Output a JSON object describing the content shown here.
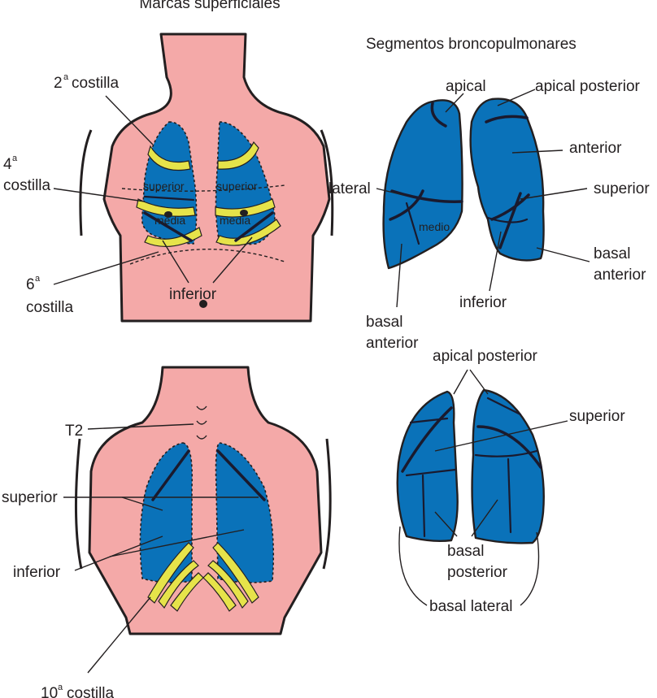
{
  "titles": {
    "superficial": "Marcas superficiales",
    "segments": "Segmentos broncopulmonares"
  },
  "front": {
    "rib2": "costilla",
    "rib2_num": "2",
    "rib4_num": "4",
    "rib4": "costilla",
    "rib6_num": "6",
    "rib6": "costilla",
    "ord_suffix": "a",
    "superior_right": "superior",
    "superior_left": "superior",
    "media_right": "media",
    "media_left": "media",
    "inferior": "inferior"
  },
  "lateral_view": {
    "apical": "apical",
    "apical_posterior": "apical posterior",
    "anterior": "anterior",
    "lateral": "lateral",
    "medio": "medio",
    "superior": "superior",
    "basal_anterior_left_1": "basal",
    "basal_anterior_left_2": "anterior",
    "basal_anterior_right_1": "basal",
    "basal_anterior_right_2": "anterior",
    "inferior": "inferior"
  },
  "back": {
    "t2": "T2",
    "superior": "superior",
    "inferior": "inferior",
    "rib10_num": "10",
    "rib10": "costilla"
  },
  "posterior_view": {
    "apical_posterior": "apical posterior",
    "superior": "superior",
    "basal_posterior_1": "basal",
    "basal_posterior_2": "posterior",
    "basal_lateral": "basal lateral"
  },
  "colors": {
    "skin": "#f4a9a8",
    "lung": "#0a72b9",
    "rib": "#e6e34a",
    "outline": "#231f20"
  }
}
